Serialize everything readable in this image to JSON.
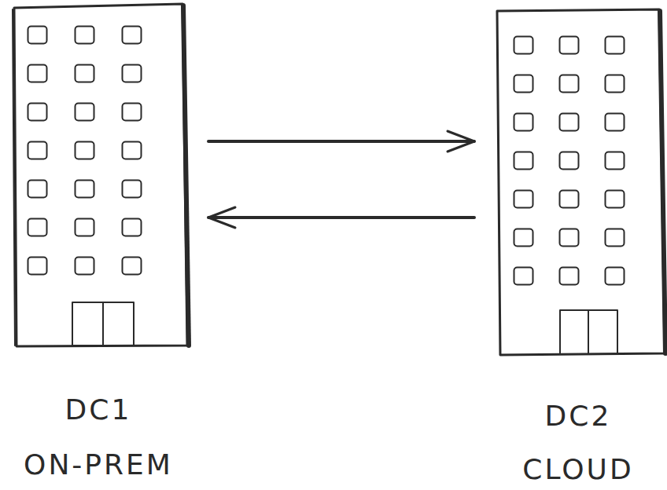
{
  "diagram": {
    "nodes": [
      {
        "text": [
          "DC1",
          "ON-PREM"
        ]
      },
      {
        "text": [
          "DC2",
          "CLOUD"
        ]
      }
    ],
    "edges": [
      {
        "from": 0,
        "to": 1,
        "arrow": "to"
      },
      {
        "from": 1,
        "to": 0,
        "arrow": "to"
      }
    ]
  }
}
